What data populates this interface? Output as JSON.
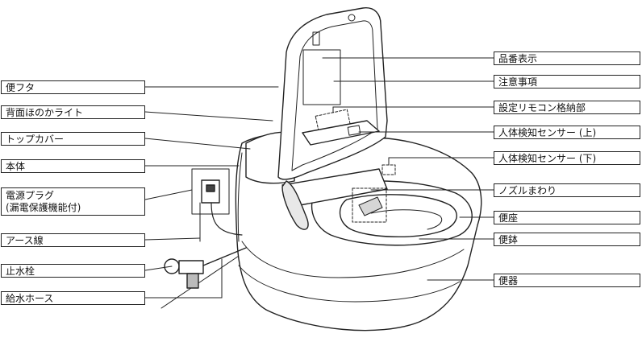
{
  "left_labels": [
    {
      "id": "lid",
      "text": "便フタ"
    },
    {
      "id": "back-light",
      "text": "背面ほのかライト"
    },
    {
      "id": "top-cover",
      "text": "トップカバー"
    },
    {
      "id": "main-unit",
      "text": "本体"
    },
    {
      "id": "power-plug",
      "line1": "電源プラグ",
      "line2": "(漏電保護機能付)"
    },
    {
      "id": "ground-wire",
      "text": "アース線"
    },
    {
      "id": "stop-valve",
      "text": "止水栓"
    },
    {
      "id": "supply-hose",
      "text": "給水ホース"
    }
  ],
  "right_labels": [
    {
      "id": "model-display",
      "text": "品番表示"
    },
    {
      "id": "caution",
      "text": "注意事項"
    },
    {
      "id": "remote-storage",
      "text": "設定リモコン格納部"
    },
    {
      "id": "sensor-upper",
      "text": "人体検知センサー (上)"
    },
    {
      "id": "sensor-lower",
      "text": "人体検知センサー (下)"
    },
    {
      "id": "nozzle-area",
      "text": "ノズルまわり"
    },
    {
      "id": "seat",
      "text": "便座"
    },
    {
      "id": "bowl",
      "text": "便鉢"
    },
    {
      "id": "toilet",
      "text": "便器"
    }
  ]
}
